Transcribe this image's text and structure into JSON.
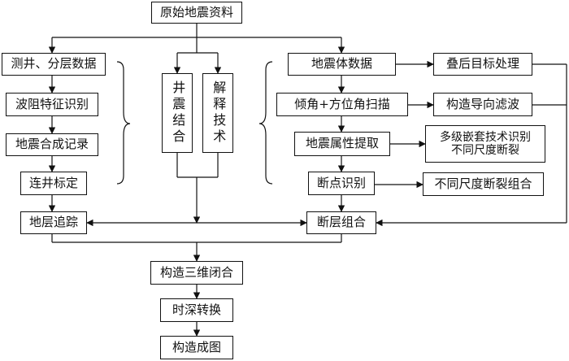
{
  "nodes": {
    "raw_data": "原始地震资料",
    "well_logs": "测井、分层数据",
    "impedance_id": "波阻特征识别",
    "synthetic": "地震合成记录",
    "well_calibration": "连井标定",
    "horizon_tracking": "地层追踪",
    "well_seismic": "井震结合",
    "interpretation": "解释技术",
    "seismic_volume": "地震体数据",
    "post_stack": "叠后目标处理",
    "dip_azimuth": "倾角+方位角扫描",
    "structure_filter": "构造导向滤波",
    "attribute_extract": "地震属性提取",
    "multi_level": "多级嵌套技术识别\n不同尺度断裂",
    "breakpoint_id": "断点识别",
    "fault_scale_combo": "不同尺度断裂组合",
    "fault_combo": "断层组合",
    "structure_3d": "构造三维闭合",
    "time_depth": "时深转换",
    "structure_map": "构造成图"
  }
}
